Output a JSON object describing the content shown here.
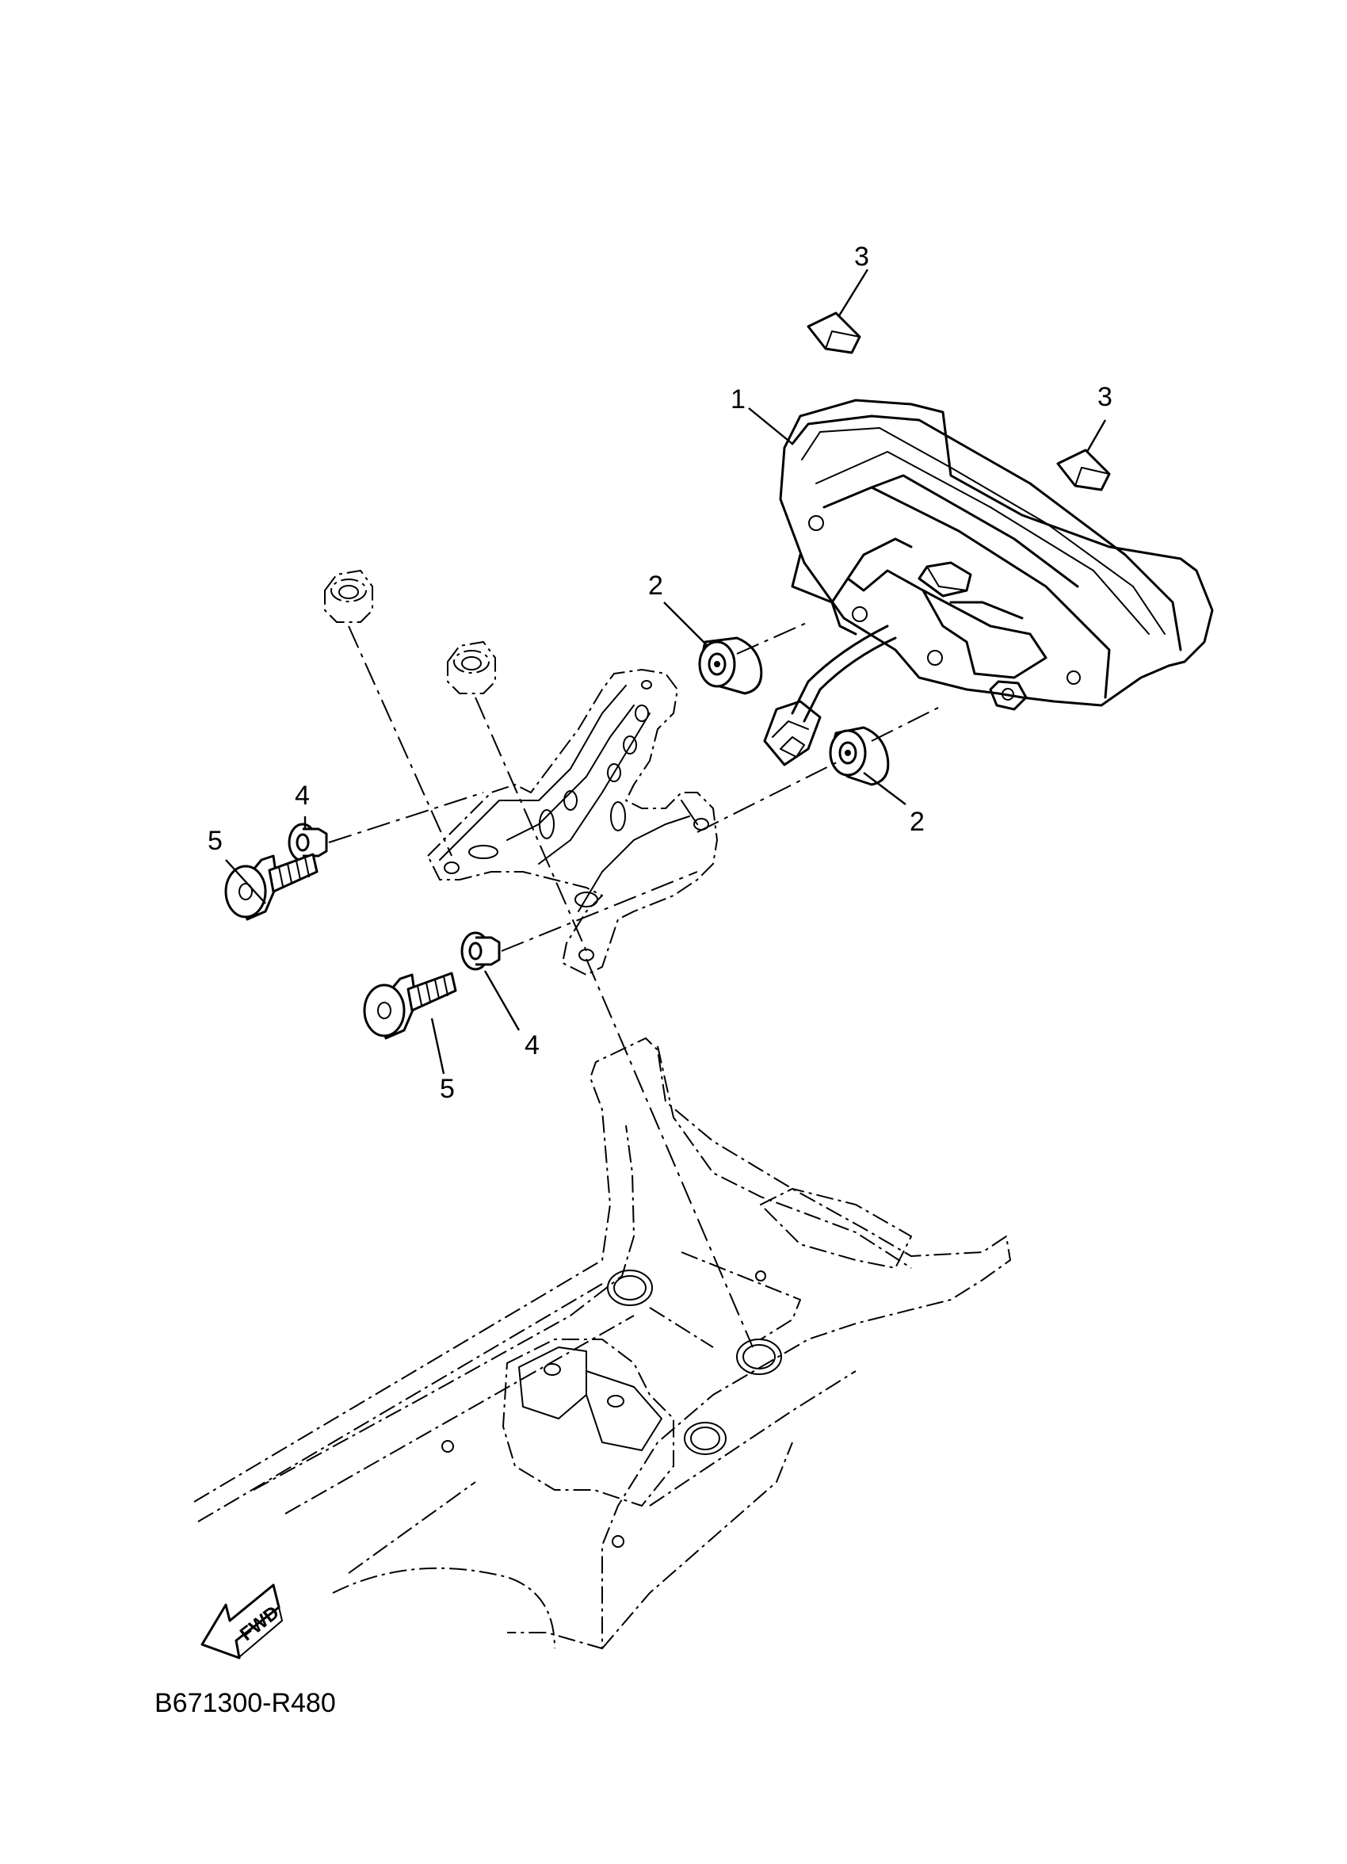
{
  "diagram_code": "B671300-R480",
  "fwd_label": "FWD",
  "callouts": [
    {
      "id": "1",
      "label": "1"
    },
    {
      "id": "2a",
      "label": "2"
    },
    {
      "id": "2b",
      "label": "2"
    },
    {
      "id": "3a",
      "label": "3"
    },
    {
      "id": "3b",
      "label": "3"
    },
    {
      "id": "4a",
      "label": "4"
    },
    {
      "id": "4b",
      "label": "4"
    },
    {
      "id": "5a",
      "label": "5"
    },
    {
      "id": "5b",
      "label": "5"
    }
  ]
}
